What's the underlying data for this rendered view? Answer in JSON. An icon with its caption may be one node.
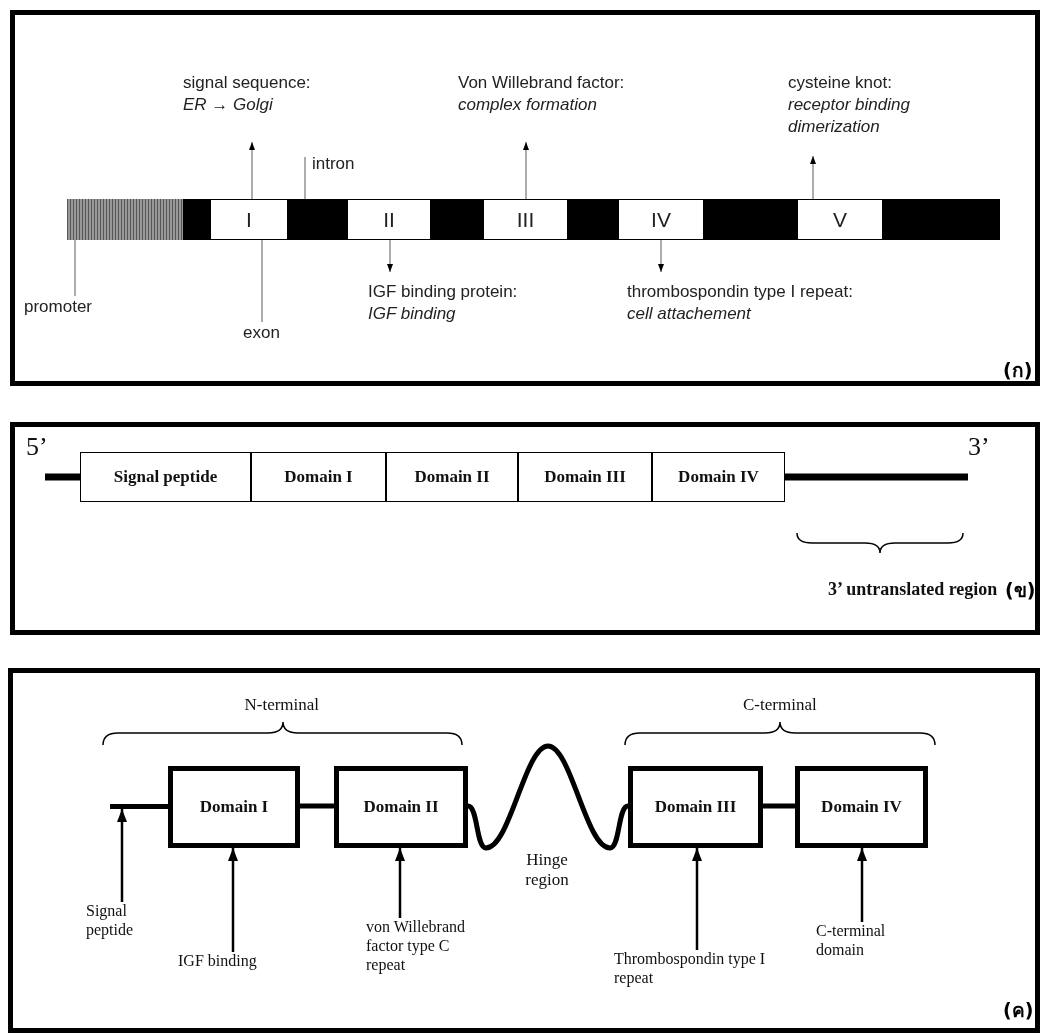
{
  "diagram": {
    "nodes": [
      {
        "text": [
          "(ก)"
        ]
      },
      {
        "text": [],
        "shape": "bar",
        "in": 0
      },
      {
        "text": [
          "I"
        ],
        "in": 0
      },
      {
        "text": [
          "II"
        ],
        "in": 0
      },
      {
        "text": [
          "III"
        ],
        "in": 0
      },
      {
        "text": [
          "IV"
        ],
        "in": 0
      },
      {
        "text": [
          "V"
        ],
        "in": 0
      },
      {
        "text": [],
        "shape": "bar",
        "in": 0
      },
      {
        "text": [
          "signal sequence:",
          "ER → Golgi"
        ],
        "in": 0
      },
      {
        "text": [
          "Von Willebrand factor:",
          "complex formation"
        ],
        "in": 0
      },
      {
        "text": [
          "cysteine knot:",
          "receptor binding dimerization"
        ],
        "in": 0
      },
      {
        "text": [
          "intron"
        ],
        "in": 0
      },
      {
        "text": [
          "promoter"
        ],
        "in": 0
      },
      {
        "text": [
          "exon"
        ],
        "in": 0
      },
      {
        "text": [
          "IGF binding protein:",
          "IGF binding"
        ],
        "in": 0
      },
      {
        "text": [
          "thrombospondin type I repeat:",
          "cell attachement"
        ],
        "in": 0
      },
      {
        "text": [
          "(ข)"
        ]
      },
      {
        "text": [
          "Signal peptide"
        ],
        "in": 16
      },
      {
        "text": [
          "Domain I"
        ],
        "in": 16
      },
      {
        "text": [
          "Domain II"
        ],
        "in": 16
      },
      {
        "text": [
          "Domain III"
        ],
        "in": 16
      },
      {
        "text": [
          "Domain IV"
        ],
        "in": 16
      },
      {
        "text": [
          "(ค)"
        ]
      },
      {
        "text": [],
        "shape": "bar",
        "in": 22
      },
      {
        "text": [
          "Domain I"
        ],
        "in": 22
      },
      {
        "text": [
          "Domain II"
        ],
        "in": 22
      },
      {
        "text": [
          "Domain III"
        ],
        "in": 22
      },
      {
        "text": [
          "Domain IV"
        ],
        "in": 22
      },
      {
        "text": [
          "Signal peptide"
        ],
        "in": 22
      },
      {
        "text": [
          "IGF binding"
        ],
        "in": 22
      },
      {
        "text": [
          "von Willebrand factor type C repeat"
        ],
        "in": 22
      },
      {
        "text": [
          "Thrombospondin type I repeat"
        ],
        "in": 22
      },
      {
        "text": [
          "C-terminal domain"
        ],
        "in": 22
      }
    ],
    "edges": [
      {
        "from": 2,
        "to": 8,
        "arrow": "to",
        "color": "#808080"
      },
      {
        "from": 4,
        "to": 9,
        "arrow": "to",
        "color": "#808080"
      },
      {
        "from": 6,
        "to": 10,
        "arrow": "to",
        "color": "#808080"
      },
      {
        "from": 11,
        "to": 7,
        "arrow": "none",
        "color": "#808080"
      },
      {
        "from": 12,
        "to": 1,
        "arrow": "none",
        "color": "#808080"
      },
      {
        "from": 13,
        "to": 2,
        "arrow": "none",
        "color": "#808080"
      },
      {
        "from": 3,
        "to": 14,
        "arrow": "to",
        "color": "#808080"
      },
      {
        "from": 5,
        "to": 15,
        "arrow": "to",
        "color": "#808080"
      },
      {
        "from": 24,
        "to": 25,
        "arrow": "none",
        "style": "thick",
        "color": "#000000"
      },
      {
        "from": 25,
        "to": 26,
        "arrow": "none",
        "style": "thick",
        "color": "#000000"
      },
      {
        "from": 26,
        "to": 27,
        "arrow": "none",
        "style": "thick",
        "color": "#000000"
      },
      {
        "from": 28,
        "to": 23,
        "arrow": "to",
        "color": "#000000"
      },
      {
        "from": 29,
        "to": 24,
        "arrow": "to",
        "color": "#000000"
      },
      {
        "from": 30,
        "to": 25,
        "arrow": "to",
        "color": "#000000"
      },
      {
        "from": 31,
        "to": 26,
        "arrow": "to",
        "color": "#000000"
      },
      {
        "from": 32,
        "to": 27,
        "arrow": "to",
        "color": "#000000"
      }
    ],
    "labels": [
      "5’",
      "3’",
      "3’ untranslated region",
      "N-terminal",
      "C-terminal",
      "Hinge region"
    ]
  }
}
